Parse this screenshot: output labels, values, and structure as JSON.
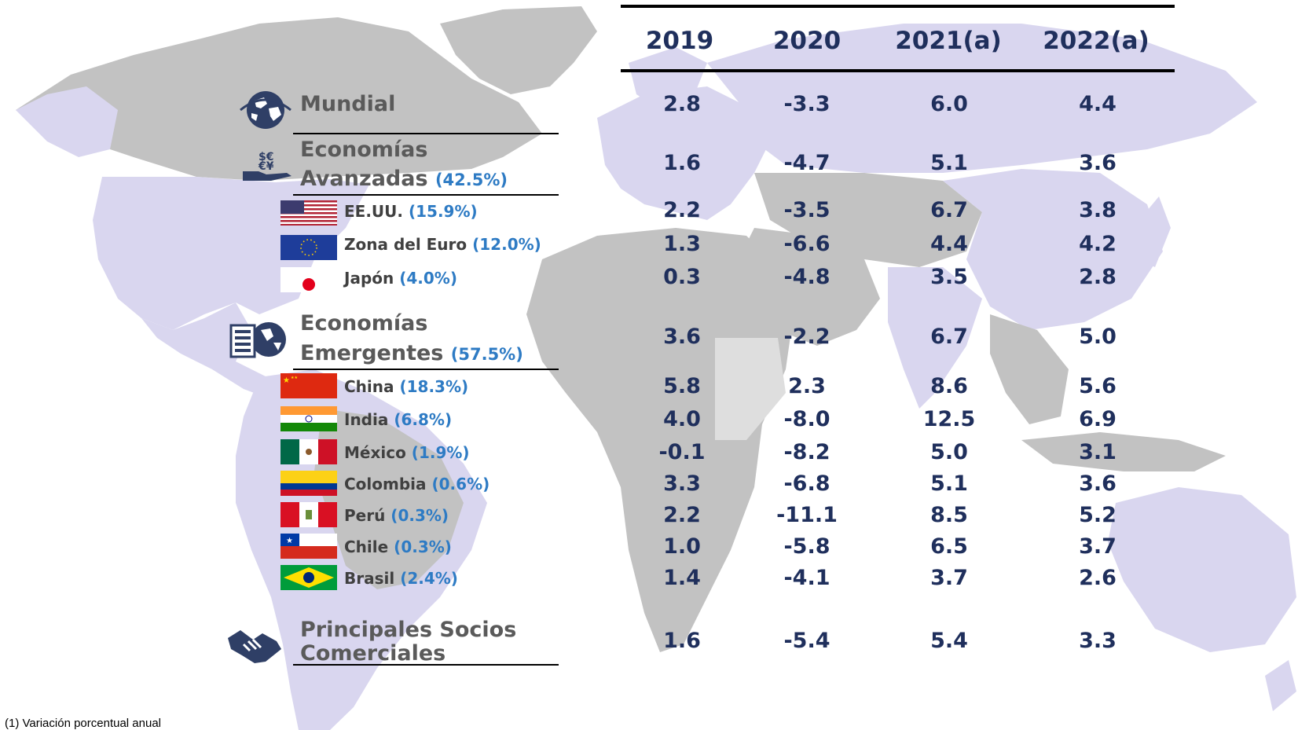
{
  "columns": [
    "2019",
    "2020",
    "2021(a)",
    "2022(a)"
  ],
  "rows": [
    {
      "key": "mundial",
      "label": "Mundial",
      "share": "",
      "values": [
        "2.8",
        "-3.3",
        "6.0",
        "4.4"
      ]
    },
    {
      "key": "avanzadas",
      "label_line1": "Economías",
      "label_line2": "Avanzadas",
      "share": "(42.5%)",
      "values": [
        "1.6",
        "-4.7",
        "5.1",
        "3.6"
      ]
    },
    {
      "key": "eeuu",
      "label": "EE.UU.",
      "share": "(15.9%)",
      "values": [
        "2.2",
        "-3.5",
        "6.7",
        "3.8"
      ]
    },
    {
      "key": "euro",
      "label": "Zona del Euro",
      "share": "(12.0%)",
      "values": [
        "1.3",
        "-6.6",
        "4.4",
        "4.2"
      ]
    },
    {
      "key": "japon",
      "label": "Japón",
      "share": "(4.0%)",
      "values": [
        "0.3",
        "-4.8",
        "3.5",
        "2.8"
      ]
    },
    {
      "key": "emergentes",
      "label_line1": "Economías",
      "label_line2": "Emergentes",
      "share": "(57.5%)",
      "values": [
        "3.6",
        "-2.2",
        "6.7",
        "5.0"
      ]
    },
    {
      "key": "china",
      "label": "China",
      "share": "(18.3%)",
      "values": [
        "5.8",
        "2.3",
        "8.6",
        "5.6"
      ]
    },
    {
      "key": "india",
      "label": "India",
      "share": "(6.8%)",
      "values": [
        "4.0",
        "-8.0",
        "12.5",
        "6.9"
      ]
    },
    {
      "key": "mexico",
      "label": "México",
      "share": "(1.9%)",
      "values": [
        "-0.1",
        "-8.2",
        "5.0",
        "3.1"
      ]
    },
    {
      "key": "colombia",
      "label": "Colombia",
      "share": "(0.6%)",
      "values": [
        "3.3",
        "-6.8",
        "5.1",
        "3.6"
      ]
    },
    {
      "key": "peru",
      "label": "Perú",
      "share": "(0.3%)",
      "values": [
        "2.2",
        "-11.1",
        "8.5",
        "5.2"
      ]
    },
    {
      "key": "chile",
      "label": "Chile",
      "share": "(0.3%)",
      "values": [
        "1.0",
        "-5.8",
        "6.5",
        "3.7"
      ]
    },
    {
      "key": "brasil",
      "label": "Brasil",
      "share": "(2.4%)",
      "values": [
        "1.4",
        "-4.1",
        "3.7",
        "2.6"
      ]
    },
    {
      "key": "socios",
      "label_line1": "Principales Socios",
      "label_line2": "Comerciales",
      "share": "",
      "values": [
        "1.6",
        "-5.4",
        "5.4",
        "3.3"
      ]
    }
  ],
  "footnote": "(1) Variación porcentual anual",
  "colors": {
    "value_text": "#1f2f5c",
    "share_text": "#2e7bc4",
    "label_text": "#404040",
    "map_highlight": "#d9d6ef",
    "map_base": "#c2c2c2"
  },
  "icons": {
    "mundial": "globe-icon",
    "avanzadas": "money-hand-icon",
    "emergentes": "building-globe-icon",
    "socios": "handshake-icon"
  },
  "chart_data": {
    "type": "table",
    "columns": [
      "2019",
      "2020",
      "2021(a)",
      "2022(a)"
    ],
    "rows": [
      "Mundial",
      "Economías Avanzadas (42.5%)",
      "EE.UU. (15.9%)",
      "Zona del Euro (12.0%)",
      "Japón (4.0%)",
      "Economías Emergentes (57.5%)",
      "China (18.3%)",
      "India (6.8%)",
      "México (1.9%)",
      "Colombia (0.6%)",
      "Perú (0.3%)",
      "Chile (0.3%)",
      "Brasil (2.4%)",
      "Principales Socios Comerciales"
    ],
    "values": [
      [
        2.8,
        -3.3,
        6.0,
        4.4
      ],
      [
        1.6,
        -4.7,
        5.1,
        3.6
      ],
      [
        2.2,
        -3.5,
        6.7,
        3.8
      ],
      [
        1.3,
        -6.6,
        4.4,
        4.2
      ],
      [
        0.3,
        -4.8,
        3.5,
        2.8
      ],
      [
        3.6,
        -2.2,
        6.7,
        5.0
      ],
      [
        5.8,
        2.3,
        8.6,
        5.6
      ],
      [
        4.0,
        -8.0,
        12.5,
        6.9
      ],
      [
        -0.1,
        -8.2,
        5.0,
        3.1
      ],
      [
        3.3,
        -6.8,
        5.1,
        3.6
      ],
      [
        2.2,
        -11.1,
        8.5,
        5.2
      ],
      [
        1.0,
        -5.8,
        6.5,
        3.7
      ],
      [
        1.4,
        -4.1,
        3.7,
        2.6
      ],
      [
        1.6,
        -5.4,
        5.4,
        3.3
      ]
    ]
  }
}
